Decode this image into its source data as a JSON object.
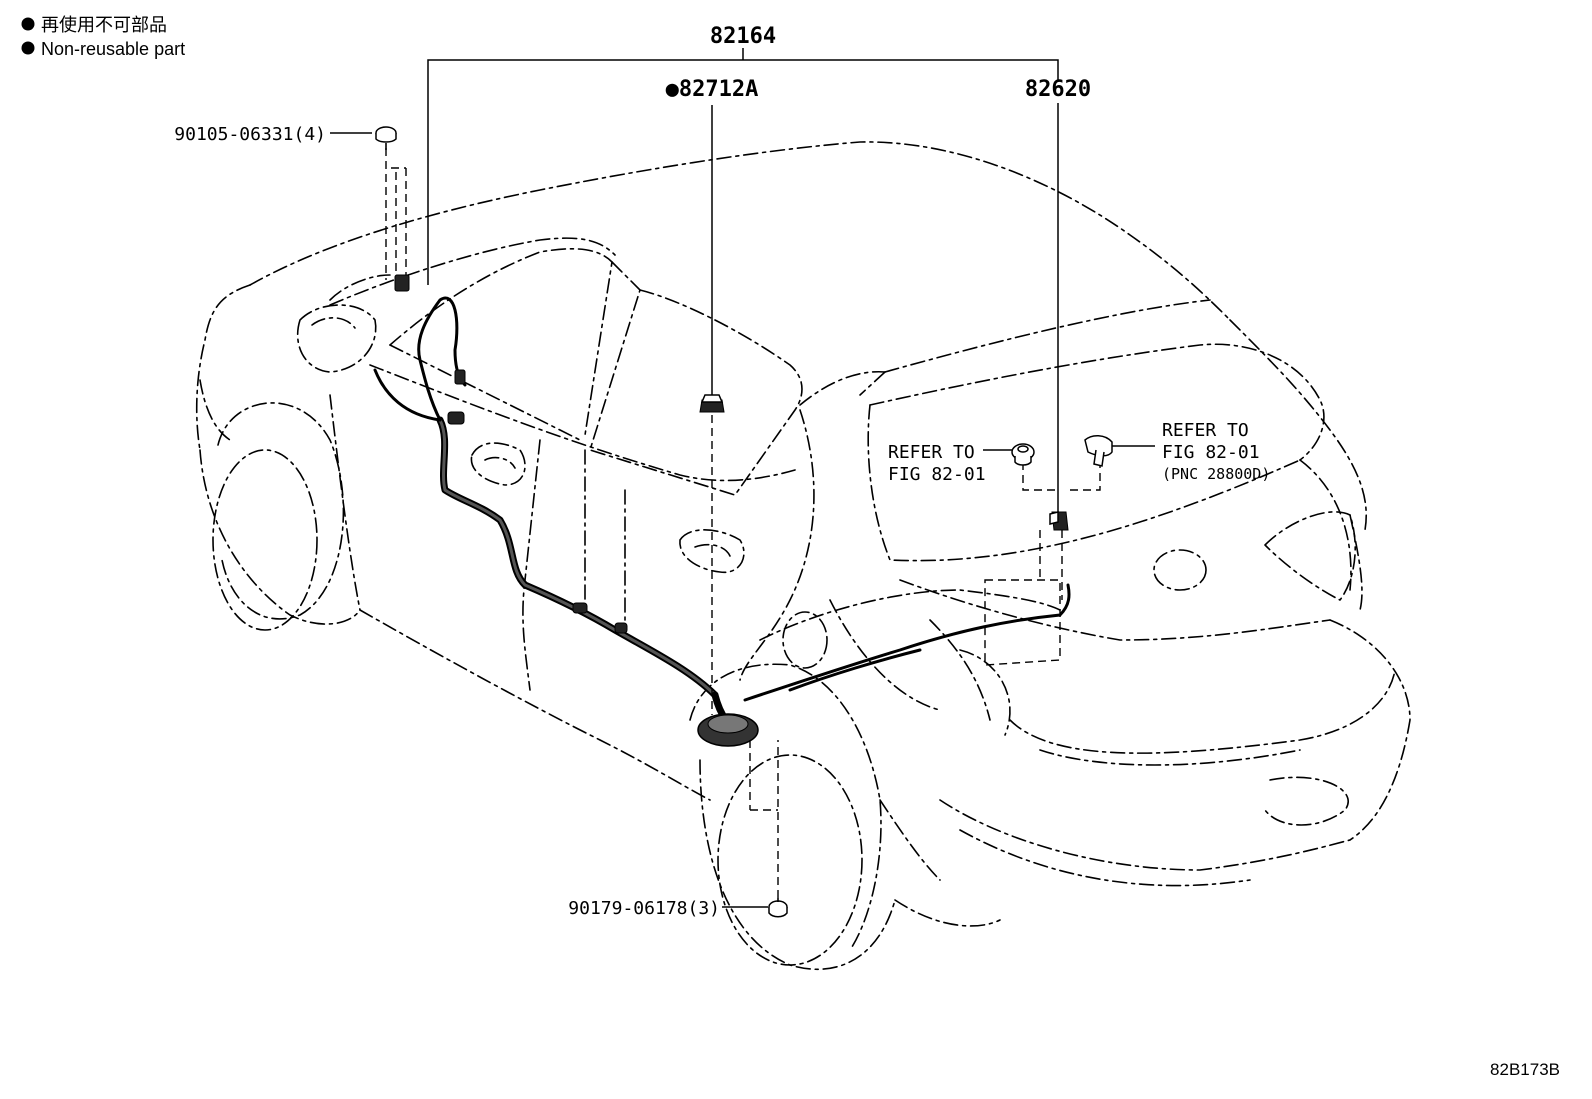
{
  "legend": {
    "bullet": "●",
    "line_jp": "再使用不可部品",
    "line_en": "Non-reusable part"
  },
  "callouts": {
    "main_assembly": "82164",
    "harness_part": "●82712A",
    "sub_part": "82620",
    "screw_top": "90105-06331(4)",
    "screw_bottom": "90179-06178(3)"
  },
  "refs": {
    "left": {
      "line1": "REFER TO",
      "line2": "FIG 82-01"
    },
    "right": {
      "line1": "REFER TO",
      "line2": "FIG 82-01",
      "line3": "(PNC 28800D)"
    }
  },
  "figure_id": "82B173B"
}
